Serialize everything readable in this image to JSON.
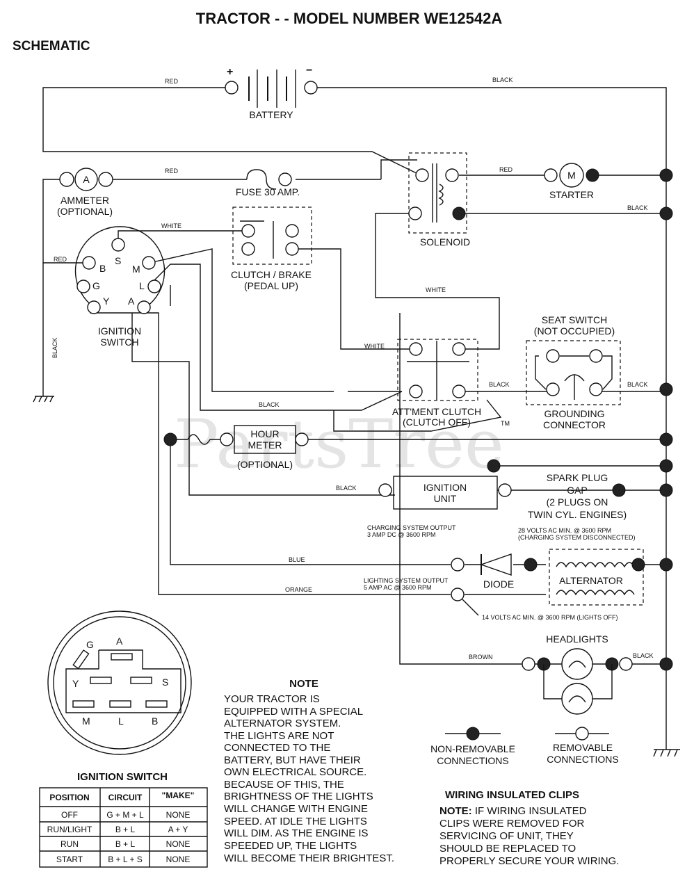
{
  "title": "TRACTOR - - MODEL NUMBER WE12542A",
  "subtitle": "SCHEMATIC",
  "watermark": "PartsTree",
  "watermark_tm": "TM",
  "components": {
    "battery": "BATTERY",
    "battery_plus": "+",
    "battery_minus": "−",
    "ammeter_line1": "AMMETER",
    "ammeter_line2": "(OPTIONAL)",
    "ammeter_symbol": "A",
    "fuse": "FUSE 30 AMP.",
    "solenoid": "SOLENOID",
    "starter": "STARTER",
    "starter_symbol": "M",
    "clutch_brake_line1": "CLUTCH / BRAKE",
    "clutch_brake_line2": "(PEDAL UP)",
    "ignition_switch_line1": "IGNITION",
    "ignition_switch_line2": "SWITCH",
    "seat_switch_line1": "SEAT SWITCH",
    "seat_switch_line2": "(NOT OCCUPIED)",
    "grounding_line1": "GROUNDING",
    "grounding_line2": "CONNECTOR",
    "attment_clutch_line1": "ATT'MENT CLUTCH",
    "attment_clutch_line2": "(CLUTCH OFF)",
    "hour_meter_line1": "HOUR",
    "hour_meter_line2": "METER",
    "hour_meter_opt": "(OPTIONAL)",
    "ignition_unit_line1": "IGNITION",
    "ignition_unit_line2": "UNIT",
    "spark_line1": "SPARK PLUG",
    "spark_line2": "GAP",
    "spark_line3": "(2 PLUGS ON",
    "spark_line4": "TWIN CYL. ENGINES)",
    "charging_line1": "CHARGING SYSTEM OUTPUT",
    "charging_line2": "3 AMP DC @ 3600 RPM",
    "volts28_line1": "28 VOLTS AC MIN. @ 3600 RPM",
    "volts28_line2": "(CHARGING SYSTEM DISCONNECTED)",
    "diode": "DIODE",
    "alternator": "ALTERNATOR",
    "lighting_line1": "LIGHTING SYSTEM OUTPUT",
    "lighting_line2": "5 AMP AC @ 3600 RPM",
    "volts14": "14 VOLTS AC MIN. @ 3600 RPM (LIGHTS OFF)",
    "headlights": "HEADLIGHTS"
  },
  "terminals": {
    "B": "B",
    "S": "S",
    "M": "M",
    "G": "G",
    "L": "L",
    "Y": "Y",
    "A": "A"
  },
  "wires": {
    "red1": "RED",
    "black1": "BLACK",
    "red2": "RED",
    "red3": "RED",
    "black2": "BLACK",
    "white1": "WHITE",
    "red4": "RED",
    "white2": "WHITE",
    "white3": "WHITE",
    "black3": "BLACK",
    "black4": "BLACK",
    "black5": "BLACK",
    "black6": "BLACK",
    "black7": "BLACK",
    "blue": "BLUE",
    "orange": "ORANGE",
    "brown": "BROWN",
    "black8": "BLACK"
  },
  "plug": {
    "G": "G",
    "A": "A",
    "Y": "Y",
    "S": "S",
    "M": "M",
    "L": "L",
    "B": "B"
  },
  "legend": {
    "nonremovable_line1": "NON-REMOVABLE",
    "nonremovable_line2": "CONNECTIONS",
    "removable_line1": "REMOVABLE",
    "removable_line2": "CONNECTIONS"
  },
  "note": {
    "heading": "NOTE",
    "lines": [
      "YOUR TRACTOR IS",
      "EQUIPPED WITH A SPECIAL",
      "ALTERNATOR SYSTEM.",
      "THE LIGHTS ARE NOT",
      "CONNECTED TO THE",
      "BATTERY, BUT HAVE THEIR",
      "OWN ELECTRICAL SOURCE.",
      "BECAUSE OF THIS, THE",
      "BRIGHTNESS OF THE LIGHTS",
      "WILL CHANGE WITH ENGINE",
      "SPEED.  AT IDLE THE LIGHTS",
      "WILL DIM.  AS THE ENGINE IS",
      "SPEEDED UP, THE LIGHTS",
      "WILL BECOME THEIR BRIGHTEST."
    ]
  },
  "clips": {
    "heading": "WIRING INSULATED CLIPS",
    "note_label": "NOTE:",
    "lines": [
      " IF WIRING INSULATED",
      "CLIPS WERE REMOVED FOR",
      "SERVICING OF UNIT, THEY",
      "SHOULD BE REPLACED TO",
      "PROPERLY SECURE YOUR WIRING."
    ]
  },
  "ignition_table": {
    "title": "IGNITION SWITCH",
    "headers": [
      "POSITION",
      "CIRCUIT",
      "\"MAKE\""
    ],
    "rows": [
      [
        "OFF",
        "G + M + L",
        "NONE"
      ],
      [
        "RUN/LIGHT",
        "B + L",
        "A + Y"
      ],
      [
        "RUN",
        "B + L",
        "NONE"
      ],
      [
        "START",
        "B + L + S",
        "NONE"
      ]
    ]
  }
}
